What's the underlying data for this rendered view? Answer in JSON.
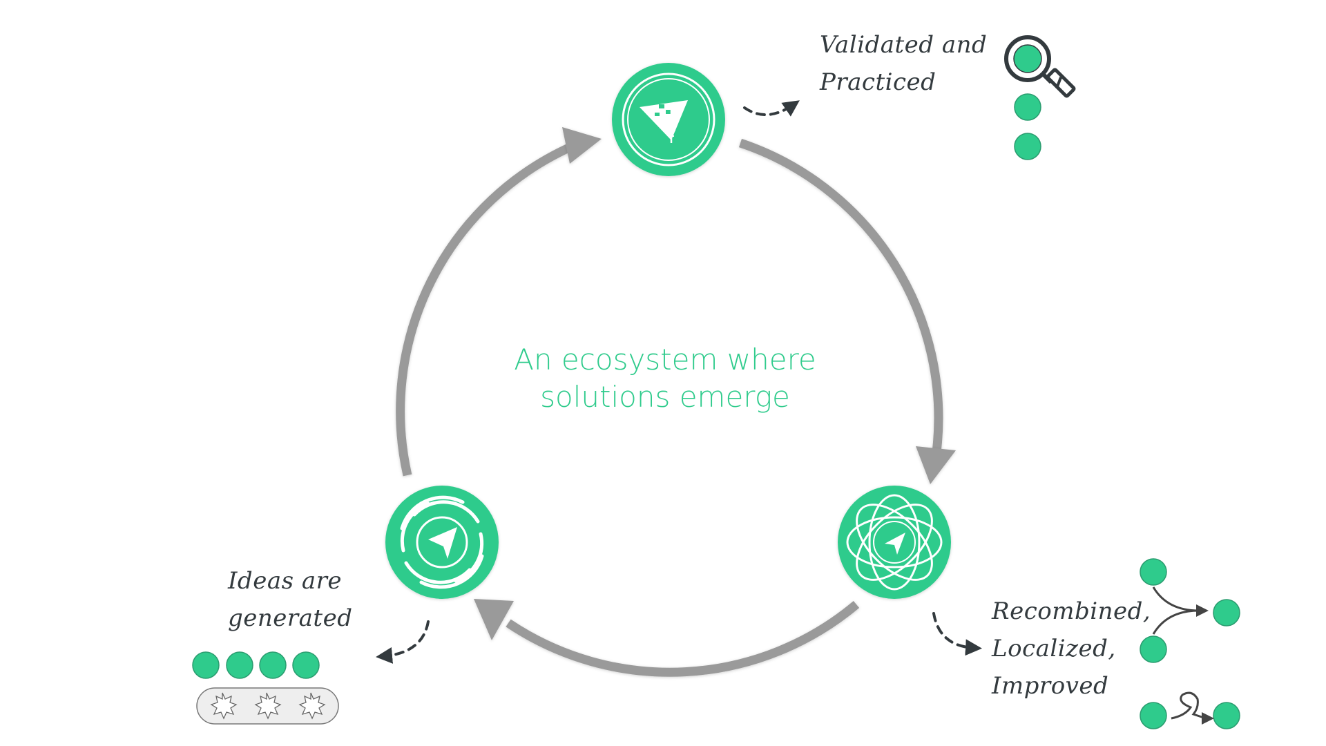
{
  "center": {
    "line1": "An ecosystem where",
    "line2": "solutions emerge"
  },
  "stages": [
    {
      "label_lines": [
        "Validated and",
        "Practiced"
      ],
      "icon": "pyramid-flag-icon"
    },
    {
      "label_lines": [
        "Recombined,",
        "Localized,",
        "Improved"
      ],
      "icon": "orbit-rings-icon"
    },
    {
      "label_lines": [
        "Ideas are",
        "generated"
      ],
      "icon": "swirl-vortex-icon"
    }
  ],
  "colors": {
    "accent": "#2fcb8c",
    "arrow": "#9a9a9a",
    "ink": "#333a3e",
    "pill_fill": "#eeeeee"
  }
}
